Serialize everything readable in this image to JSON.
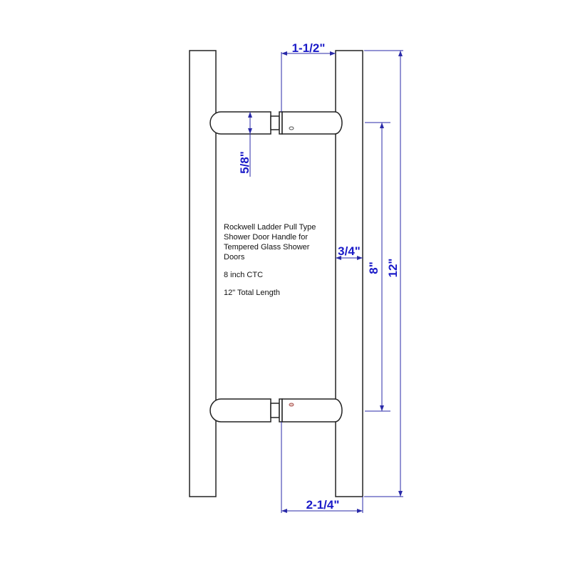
{
  "notes": {
    "lines": [
      "Rockwell Ladder Pull Type",
      "Shower Door Handle for",
      "Tempered Glass Shower",
      "Doors"
    ],
    "ctc": "8 inch CTC",
    "length": "12\" Total Length"
  },
  "dimensions": {
    "standoff_gap": "1-1/2\"",
    "standoff_diameter": "5/8\"",
    "bar_diameter": "3/4\"",
    "center_to_center": "8\"",
    "total_length": "12\"",
    "projection": "2-1/4\""
  },
  "colors": {
    "dimension": "#1a1ac8",
    "outline": "#222222"
  }
}
